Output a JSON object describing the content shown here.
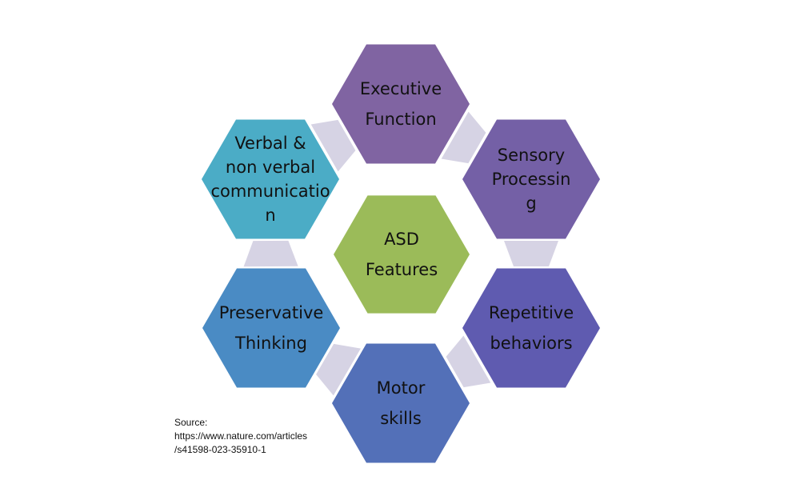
{
  "diagram": {
    "center": {
      "lines": [
        "ASD",
        "Features"
      ],
      "color": "#9bbb59"
    },
    "nodes": [
      {
        "id": "executive-function",
        "lines": [
          "Executive",
          "Function"
        ],
        "color": "#8064a2"
      },
      {
        "id": "sensory-processing",
        "lines": [
          "Sensory",
          "Processin",
          "g"
        ],
        "color": "#7460a6"
      },
      {
        "id": "repetitive-behaviors",
        "lines": [
          "Repetitive",
          "behaviors"
        ],
        "color": "#5f5bb0"
      },
      {
        "id": "motor-skills",
        "lines": [
          "Motor",
          "skills"
        ],
        "color": "#5370b8"
      },
      {
        "id": "preservative-thinking",
        "lines": [
          "Preservative",
          "Thinking"
        ],
        "color": "#4a8bc4"
      },
      {
        "id": "verbal-communication",
        "lines": [
          "Verbal &",
          "non verbal",
          "communicatio",
          "n"
        ],
        "color": "#4bacc6"
      }
    ],
    "connector_color": "#d6d3e4"
  },
  "source": {
    "lines": [
      "Source:",
      "https://www.nature.com/articles",
      "/s41598-023-35910-1"
    ]
  }
}
